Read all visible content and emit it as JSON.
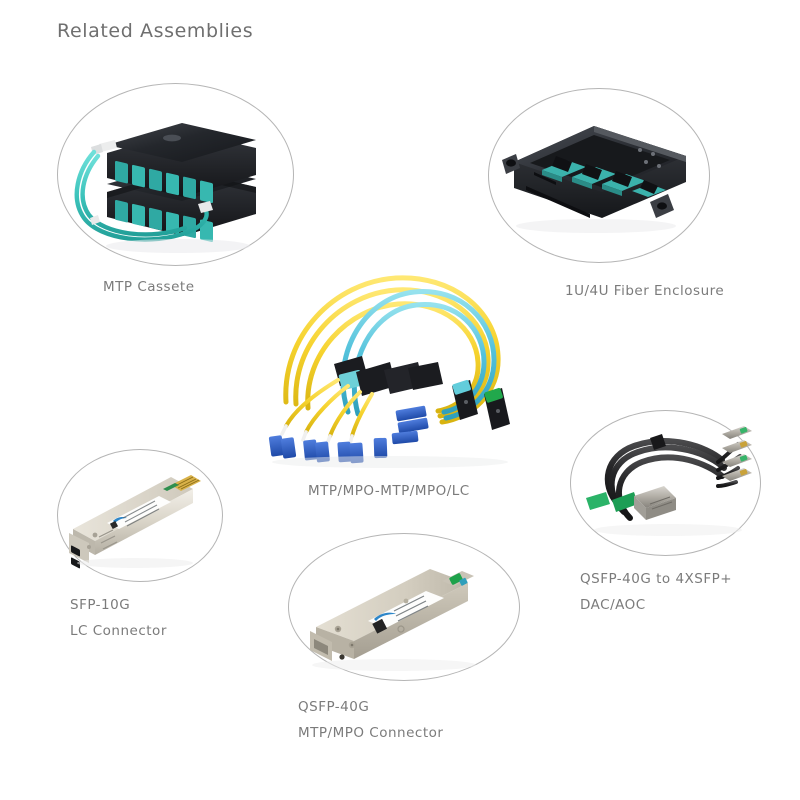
{
  "header": {
    "title": "Related Assemblies"
  },
  "colors": {
    "background": "#ffffff",
    "title_text": "#6f6f6f",
    "caption_text": "#7b7b7b",
    "oval_border": "#b5b5b5",
    "aqua_fiber": "#45c8c0",
    "yellow_fiber": "#f5d23c",
    "blue_lc_connector": "#2f62c4",
    "green_mpo_key": "#18a84a",
    "teal_adapter": "#3fb3ad",
    "module_body": "#d8d2c4",
    "chassis_black": "#2b2e33",
    "cable_black": "#2a2a2c"
  },
  "products": [
    {
      "id": "mtp-cassette",
      "name": "mtp-cassette",
      "caption_lines": [
        "MTP Cassete"
      ],
      "image_alt": "two stacked black MTP cassette modules with teal LC adapter ports and aqua multimode fiber cable loop"
    },
    {
      "id": "fiber-enclosure",
      "name": "fiber-enclosure",
      "caption_lines": [
        "1U/4U Fiber Enclosure"
      ],
      "image_alt": "black rack mount fiber enclosure chassis with four teal adapter panels"
    },
    {
      "id": "mtp-mpo-trunk",
      "name": "mtp-mpo-trunk-cable",
      "caption_lines": [
        "MTP/MPO-MTP/MPO/LC"
      ],
      "image_alt": "coiled yellow singlemode and aqua multimode fiber harness with blue LC duplex connectors and MTP MPO connectors"
    },
    {
      "id": "sfp-10g",
      "name": "sfp-10g-transceiver",
      "caption_lines": [
        "SFP-10G",
        "LC Connector"
      ],
      "image_alt": "silver SFP plus 10G transceiver module with white label, gold edge connector and duplex LC port"
    },
    {
      "id": "qsfp-40g",
      "name": "qsfp-40g-transceiver",
      "caption_lines": [
        "QSFP-40G",
        "MTP/MPO Connector"
      ],
      "image_alt": "beige QSFP plus 40G transceiver module with white label, QR code and green MPO optical port"
    },
    {
      "id": "qsfp-breakout",
      "name": "qsfp-40g-breakout-cable",
      "caption_lines": [
        "QSFP-40G to 4XSFP+",
        "DAC/AOC"
      ],
      "image_alt": "black QSFP 40G to four SFP plus breakout DAC AOC cable with green pull tab"
    }
  ]
}
